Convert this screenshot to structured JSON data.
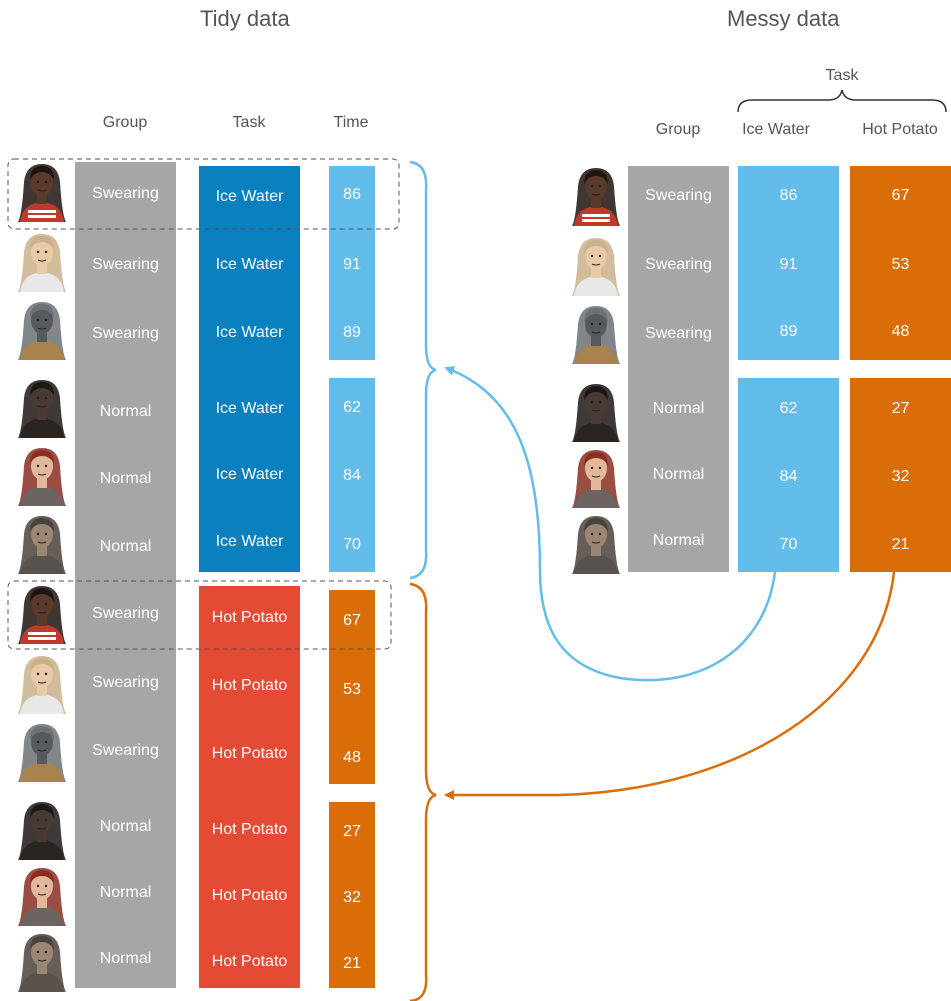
{
  "titles": {
    "tidy": "Tidy data",
    "messy": "Messy data"
  },
  "tidy": {
    "headers": {
      "group": "Group",
      "task": "Task",
      "time": "Time"
    },
    "rows": [
      {
        "group": "Swearing",
        "task": "Ice Water",
        "time": "86",
        "avatar": "person-1"
      },
      {
        "group": "Swearing",
        "task": "Ice Water",
        "time": "91",
        "avatar": "person-2"
      },
      {
        "group": "Swearing",
        "task": "Ice Water",
        "time": "89",
        "avatar": "person-3"
      },
      {
        "group": "Normal",
        "task": "Ice Water",
        "time": "62",
        "avatar": "person-4"
      },
      {
        "group": "Normal",
        "task": "Ice Water",
        "time": "84",
        "avatar": "person-5"
      },
      {
        "group": "Normal",
        "task": "Ice Water",
        "time": "70",
        "avatar": "person-6"
      },
      {
        "group": "Swearing",
        "task": "Hot Potato",
        "time": "67",
        "avatar": "person-1"
      },
      {
        "group": "Swearing",
        "task": "Hot Potato",
        "time": "53",
        "avatar": "person-2"
      },
      {
        "group": "Swearing",
        "task": "Hot Potato",
        "time": "48",
        "avatar": "person-3"
      },
      {
        "group": "Normal",
        "task": "Hot Potato",
        "time": "27",
        "avatar": "person-4"
      },
      {
        "group": "Normal",
        "task": "Hot Potato",
        "time": "32",
        "avatar": "person-5"
      },
      {
        "group": "Normal",
        "task": "Hot Potato",
        "time": "21",
        "avatar": "person-6"
      }
    ]
  },
  "messy": {
    "task_header": "Task",
    "headers": {
      "group": "Group",
      "ice": "Ice Water",
      "hot": "Hot Potato"
    },
    "rows": [
      {
        "group": "Swearing",
        "ice": "86",
        "hot": "67",
        "avatar": "person-1"
      },
      {
        "group": "Swearing",
        "ice": "91",
        "hot": "53",
        "avatar": "person-2"
      },
      {
        "group": "Swearing",
        "ice": "89",
        "hot": "48",
        "avatar": "person-3"
      },
      {
        "group": "Normal",
        "ice": "62",
        "hot": "27",
        "avatar": "person-4"
      },
      {
        "group": "Normal",
        "ice": "84",
        "hot": "32",
        "avatar": "person-5"
      },
      {
        "group": "Normal",
        "ice": "70",
        "hot": "21",
        "avatar": "person-6"
      }
    ]
  },
  "colors": {
    "group_gray": "#a6a6a6",
    "ice_task": "#0a80be",
    "hot_task": "#e44b35",
    "ice_time": "#62bdea",
    "hot_time": "#d96e09",
    "arrow_ice": "#62bdea",
    "arrow_hot": "#d96e09",
    "title_text": "#555555"
  }
}
